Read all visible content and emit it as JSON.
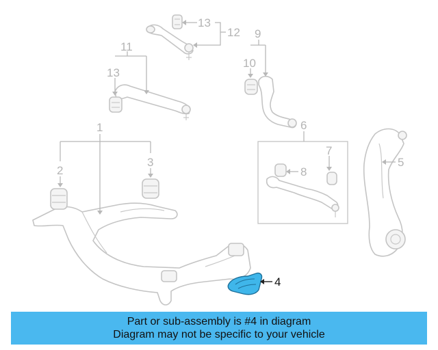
{
  "callouts": {
    "c1": "1",
    "c2": "2",
    "c3": "3",
    "c4": "4",
    "c5": "5",
    "c6": "6",
    "c7": "7",
    "c8": "8",
    "c9": "9",
    "c10": "10",
    "c11": "11",
    "c12": "12",
    "c13a": "13",
    "c13b": "13"
  },
  "highlighted_part": "4",
  "colors": {
    "highlight": "#3fb6ea",
    "banner": "#4ab8ef",
    "line": "#c4c4c4"
  },
  "banner": {
    "line1": "Part or sub-assembly is #4 in diagram",
    "line2": "Diagram may not be specific to your vehicle"
  }
}
